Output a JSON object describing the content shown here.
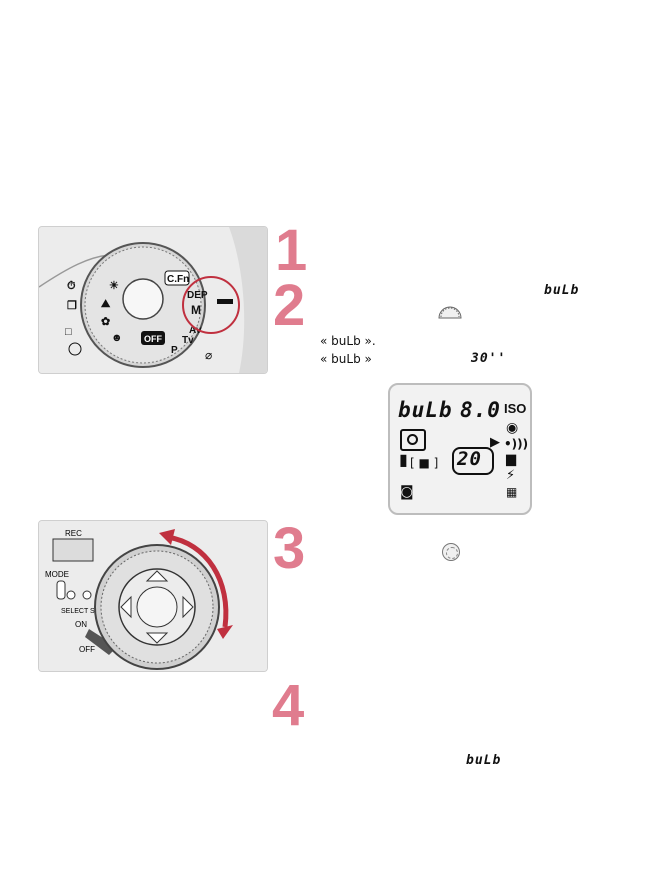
{
  "steps": [
    "1",
    "2",
    "3",
    "4"
  ],
  "mode_dial": {
    "labels": [
      "C.Fn",
      "DEP",
      "M",
      "Av",
      "Tv",
      "P",
      "OFF"
    ]
  },
  "step2": {
    "readout_bulb": "buLb",
    "line1": "« buLb ».",
    "line2_prefix": "« buLb »",
    "line2_value": "30''"
  },
  "lcd": {
    "mode": "buLb",
    "aperture": "8.0",
    "iso": "ISO",
    "count": "20",
    "meter": "[ ■ ]"
  },
  "quick_control": {
    "rec": "REC",
    "mode": "MODE",
    "select_set": "SELECT  SET",
    "on": "ON",
    "off": "OFF"
  },
  "step4": {
    "readout_bulb": "buLb"
  },
  "colors": {
    "step_number": "#e07c8e",
    "callout": "#c0303f"
  }
}
